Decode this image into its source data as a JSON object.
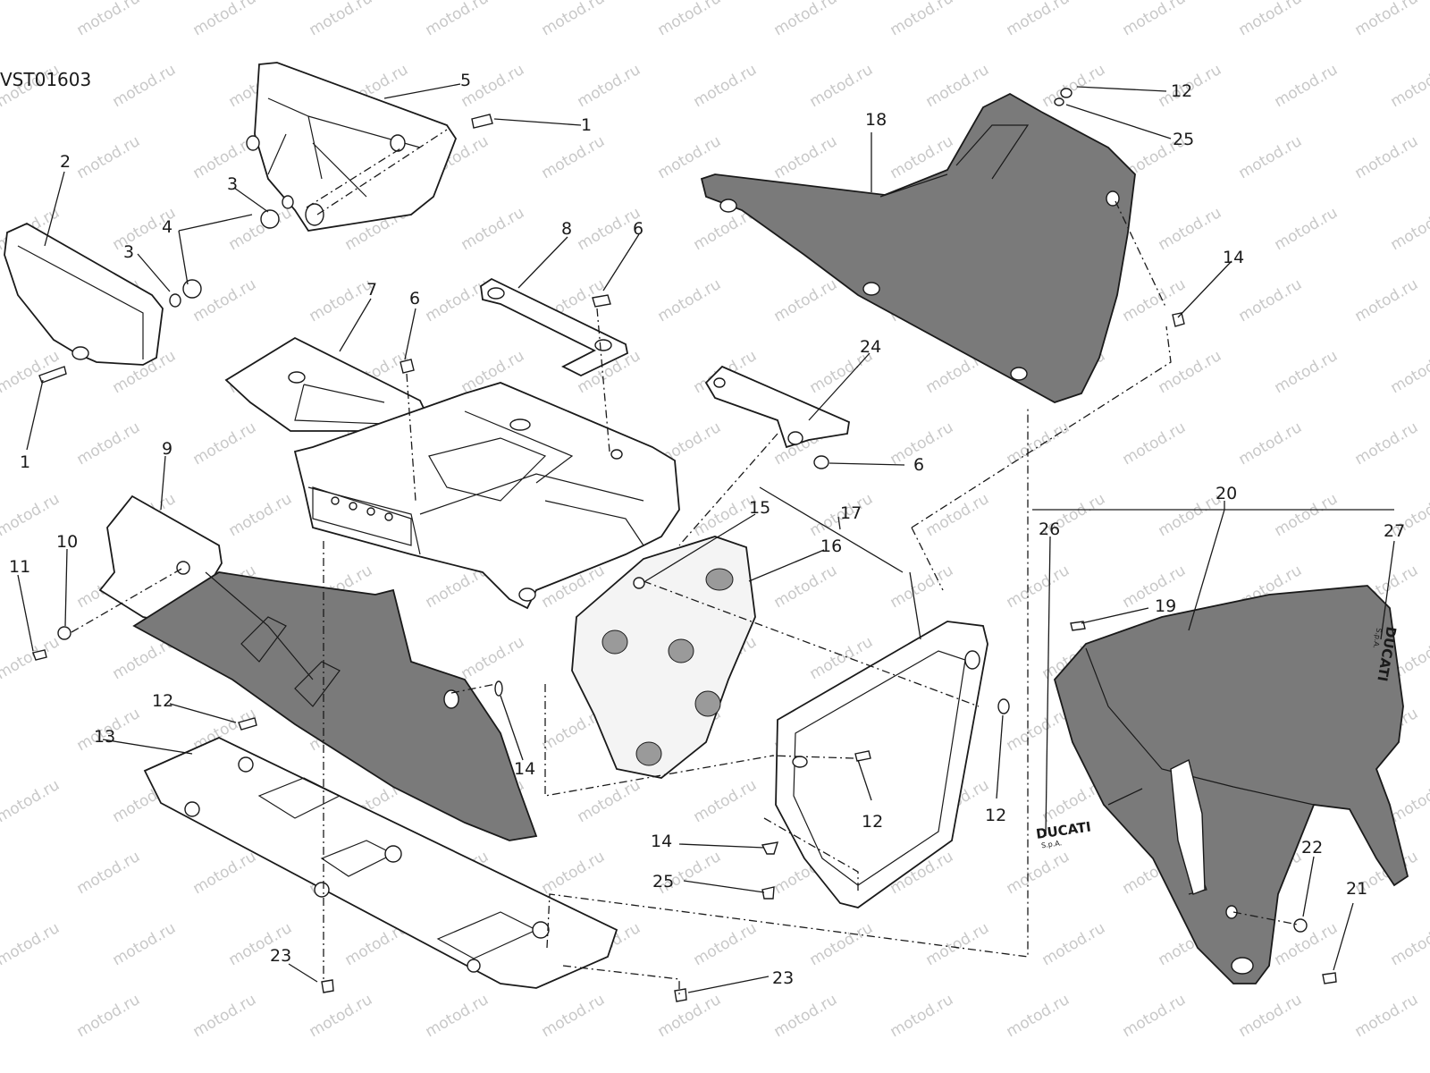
{
  "diagram": {
    "code": "VST01603",
    "watermark": "motod.ru",
    "brand_text": "DUCATI",
    "brand_subtext": "S.p.A.",
    "callouts": [
      {
        "id": "c1a",
        "text": "1"
      },
      {
        "id": "c1b",
        "text": "1"
      },
      {
        "id": "c2",
        "text": "2"
      },
      {
        "id": "c3a",
        "text": "3"
      },
      {
        "id": "c3b",
        "text": "3"
      },
      {
        "id": "c4",
        "text": "4"
      },
      {
        "id": "c5",
        "text": "5"
      },
      {
        "id": "c6a",
        "text": "6"
      },
      {
        "id": "c6b",
        "text": "6"
      },
      {
        "id": "c6c",
        "text": "6"
      },
      {
        "id": "c7",
        "text": "7"
      },
      {
        "id": "c8",
        "text": "8"
      },
      {
        "id": "c9",
        "text": "9"
      },
      {
        "id": "c10",
        "text": "10"
      },
      {
        "id": "c11",
        "text": "11"
      },
      {
        "id": "c12a",
        "text": "12"
      },
      {
        "id": "c12b",
        "text": "12"
      },
      {
        "id": "c12c",
        "text": "12"
      },
      {
        "id": "c12d",
        "text": "12"
      },
      {
        "id": "c13",
        "text": "13"
      },
      {
        "id": "c14a",
        "text": "14"
      },
      {
        "id": "c14b",
        "text": "14"
      },
      {
        "id": "c14c",
        "text": "14"
      },
      {
        "id": "c15",
        "text": "15"
      },
      {
        "id": "c16",
        "text": "16"
      },
      {
        "id": "c17",
        "text": "17"
      },
      {
        "id": "c18",
        "text": "18"
      },
      {
        "id": "c19",
        "text": "19"
      },
      {
        "id": "c20",
        "text": "20"
      },
      {
        "id": "c21",
        "text": "21"
      },
      {
        "id": "c22",
        "text": "22"
      },
      {
        "id": "c23a",
        "text": "23"
      },
      {
        "id": "c23b",
        "text": "23"
      },
      {
        "id": "c24",
        "text": "24"
      },
      {
        "id": "c25a",
        "text": "25"
      },
      {
        "id": "c25b",
        "text": "25"
      },
      {
        "id": "c26",
        "text": "26"
      },
      {
        "id": "c27",
        "text": "27"
      }
    ]
  }
}
